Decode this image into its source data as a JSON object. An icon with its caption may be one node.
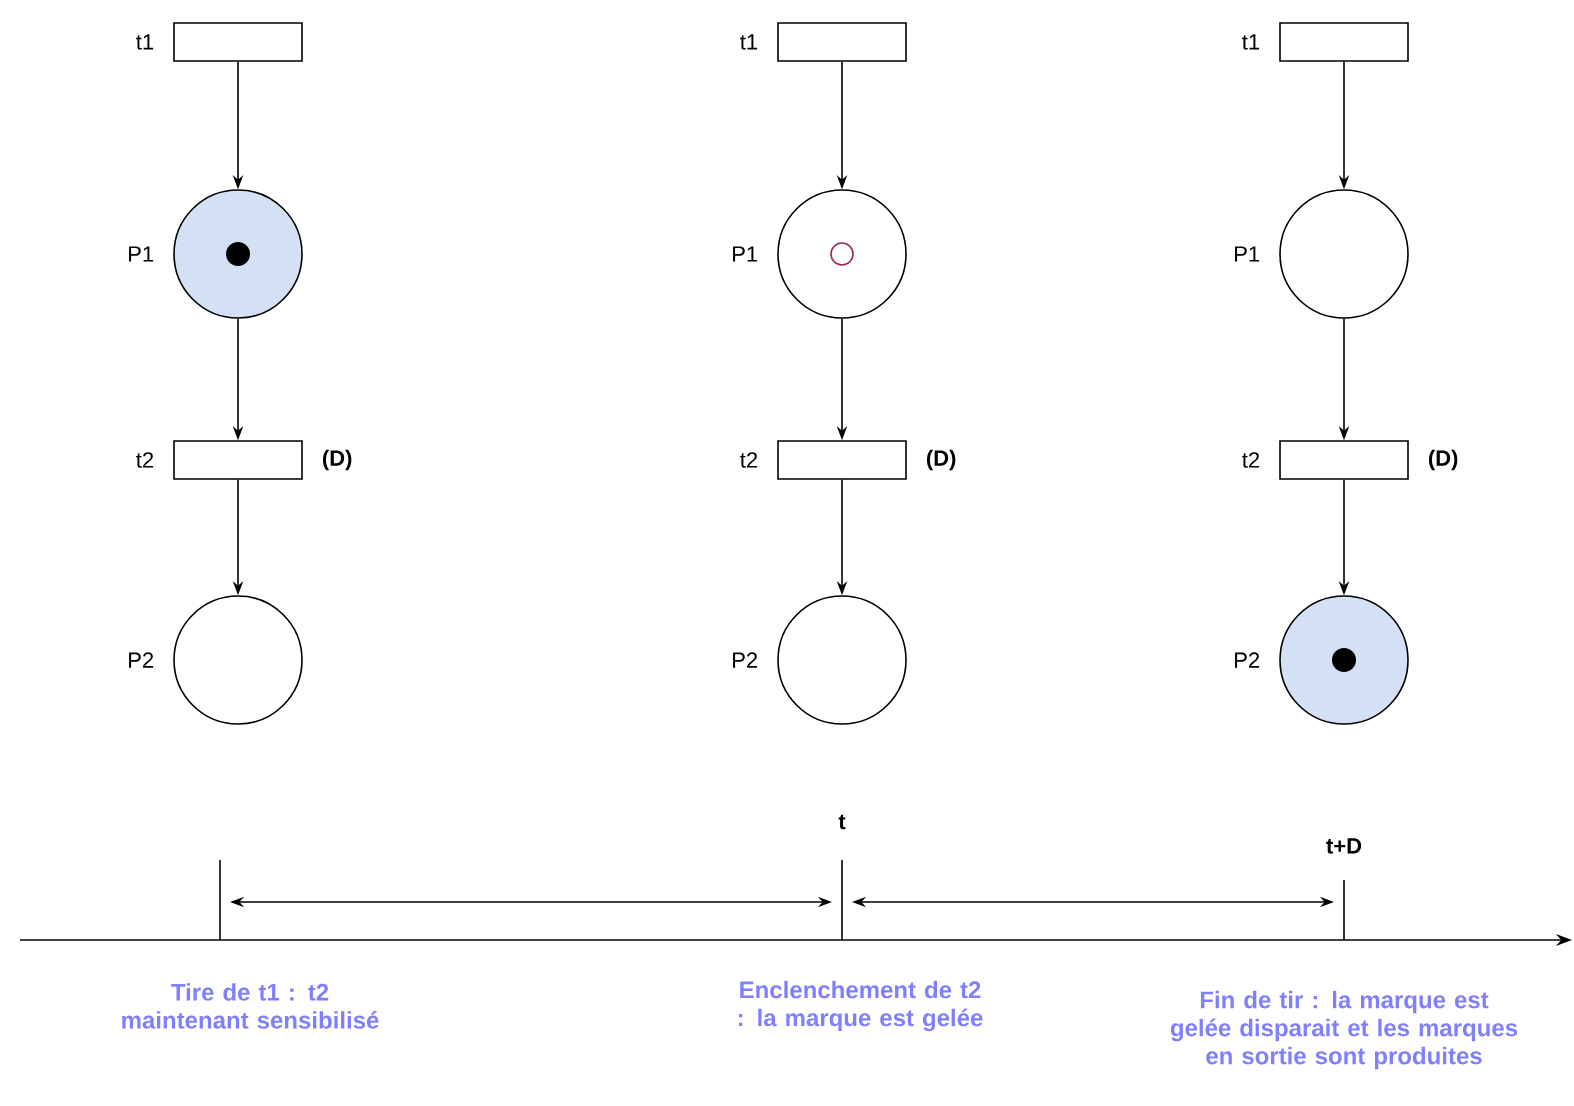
{
  "diagram": {
    "nodes": [
      {
        "text": [
          "t1"
        ]
      },
      {
        "text": [
          "P1"
        ]
      },
      {
        "text": [
          "t2"
        ],
        "beside": [
          "(D)"
        ]
      },
      {
        "text": [
          "P2"
        ]
      },
      {
        "text": [
          "t1"
        ]
      },
      {
        "text": [
          "P1"
        ]
      },
      {
        "text": [
          "t2"
        ],
        "beside": [
          "(D)"
        ]
      },
      {
        "text": [
          "P2"
        ]
      },
      {
        "text": [
          "t1"
        ]
      },
      {
        "text": [
          "P1"
        ]
      },
      {
        "text": [
          "t2"
        ],
        "beside": [
          "(D)"
        ]
      },
      {
        "text": [
          "P2"
        ]
      }
    ],
    "edges": [
      {
        "from": 0,
        "to": 1,
        "arrow": "to"
      },
      {
        "from": 1,
        "to": 2,
        "arrow": "to"
      },
      {
        "from": 2,
        "to": 3,
        "arrow": "to"
      },
      {
        "from": 4,
        "to": 5,
        "arrow": "to"
      },
      {
        "from": 5,
        "to": 6,
        "arrow": "to"
      },
      {
        "from": 6,
        "to": 7,
        "arrow": "to"
      },
      {
        "from": 8,
        "to": 9,
        "arrow": "to"
      },
      {
        "from": 9,
        "to": 10,
        "arrow": "to"
      },
      {
        "from": 10,
        "to": 11,
        "arrow": "to"
      }
    ],
    "labels": [
      "t",
      "t+D",
      "Tire de t1 :  t2 maintenant sensibilisé",
      "Enclenchement de t2 : la marque est gelée",
      "Fin de tir : la marque est gelée disparait et les marques en sortie sont produites"
    ]
  }
}
